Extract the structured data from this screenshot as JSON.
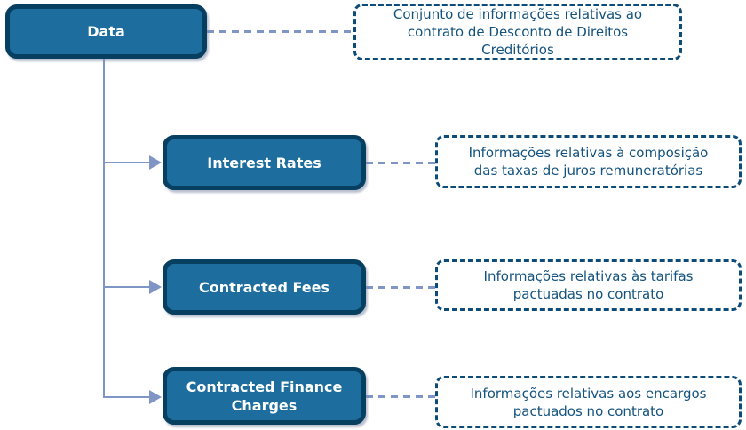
{
  "diagram": {
    "title": "Data hierarchy diagram",
    "root": {
      "label": "Data",
      "description": "Conjunto de informações relativas ao\ncontrato de Desconto de Direitos\nCreditórios"
    },
    "children": [
      {
        "label": "Interest Rates",
        "description": "Informações relativas à composição\ndas taxas de juros remuneratórias"
      },
      {
        "label": "Contracted Fees",
        "description": "Informações relativas às tarifas\npactuadas no contrato"
      },
      {
        "label": "Contracted Finance\nCharges",
        "description": "Informações relativas aos encargos\npactuados no contrato"
      }
    ],
    "colors": {
      "node_fill": "#1d6e9e",
      "node_border": "#073f61",
      "node_text": "#ffffff",
      "note_border": "#0d4c78",
      "note_text": "#14537e",
      "connector": "#7e95c5",
      "background": "#ffffff"
    }
  }
}
